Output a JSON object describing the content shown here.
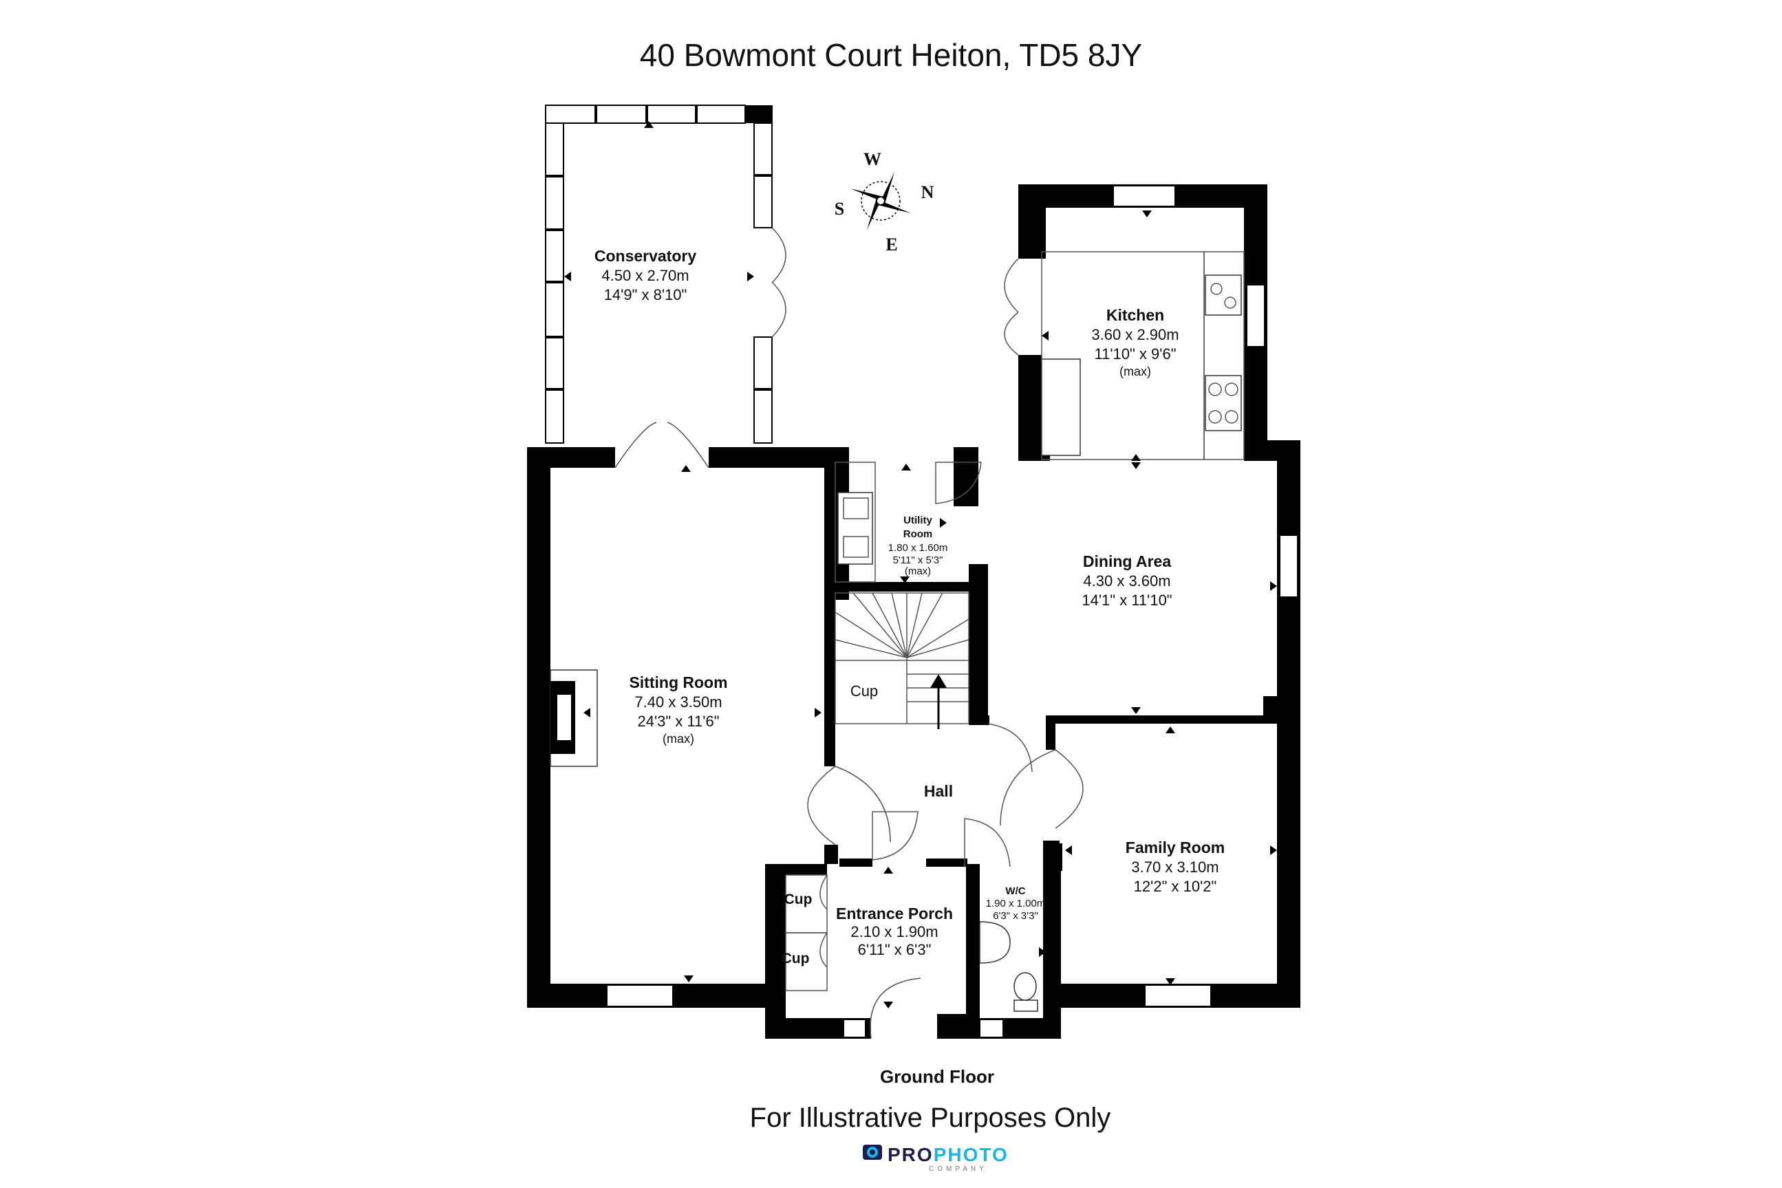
{
  "title": "40 Bowmont Court Heiton, TD5 8JY",
  "compass": {
    "w": "W",
    "n": "N",
    "s": "S",
    "e": "E"
  },
  "rooms": {
    "conservatory": {
      "name": "Conservatory",
      "metric": "4.50 x 2.70m",
      "imperial": "14'9\" x 8'10\""
    },
    "kitchen": {
      "name": "Kitchen",
      "metric": "3.60 x 2.90m",
      "imperial": "11'10\" x 9'6\"",
      "note": "(max)"
    },
    "utility": {
      "name_line1": "Utility",
      "name_line2": "Room",
      "metric": "1.80 x 1.60m",
      "imperial": "5'11\" x 5'3\"",
      "note": "(max)"
    },
    "dining": {
      "name": "Dining Area",
      "metric": "4.30 x 3.60m",
      "imperial": "14'1\" x 11'10\""
    },
    "sitting": {
      "name": "Sitting Room",
      "metric": "7.40 x 3.50m",
      "imperial": "24'3\" x 11'6\"",
      "note": "(max)"
    },
    "hall": {
      "name": "Hall"
    },
    "family": {
      "name": "Family Room",
      "metric": "3.70 x 3.10m",
      "imperial": "12'2\" x 10'2\""
    },
    "wc": {
      "name": "W/C",
      "metric": "1.90 x 1.00m",
      "imperial": "6'3\" x 3'3\""
    },
    "porch": {
      "name": "Entrance Porch",
      "metric": "2.10 x 1.90m",
      "imperial": "6'11\" x 6'3\""
    }
  },
  "cupboards": {
    "stairs": "Cup",
    "porch_top": "Cup",
    "porch_bottom": "Cup"
  },
  "floor_label": "Ground Floor",
  "disclaimer": "For Illustrative Purposes Only",
  "logo": {
    "part1": "PRO",
    "part2": "PHOTO",
    "sub": "COMPANY"
  },
  "colors": {
    "walls": "#000000",
    "logo_dark": "#1d1d4f",
    "logo_accent": "#19b5e6"
  }
}
